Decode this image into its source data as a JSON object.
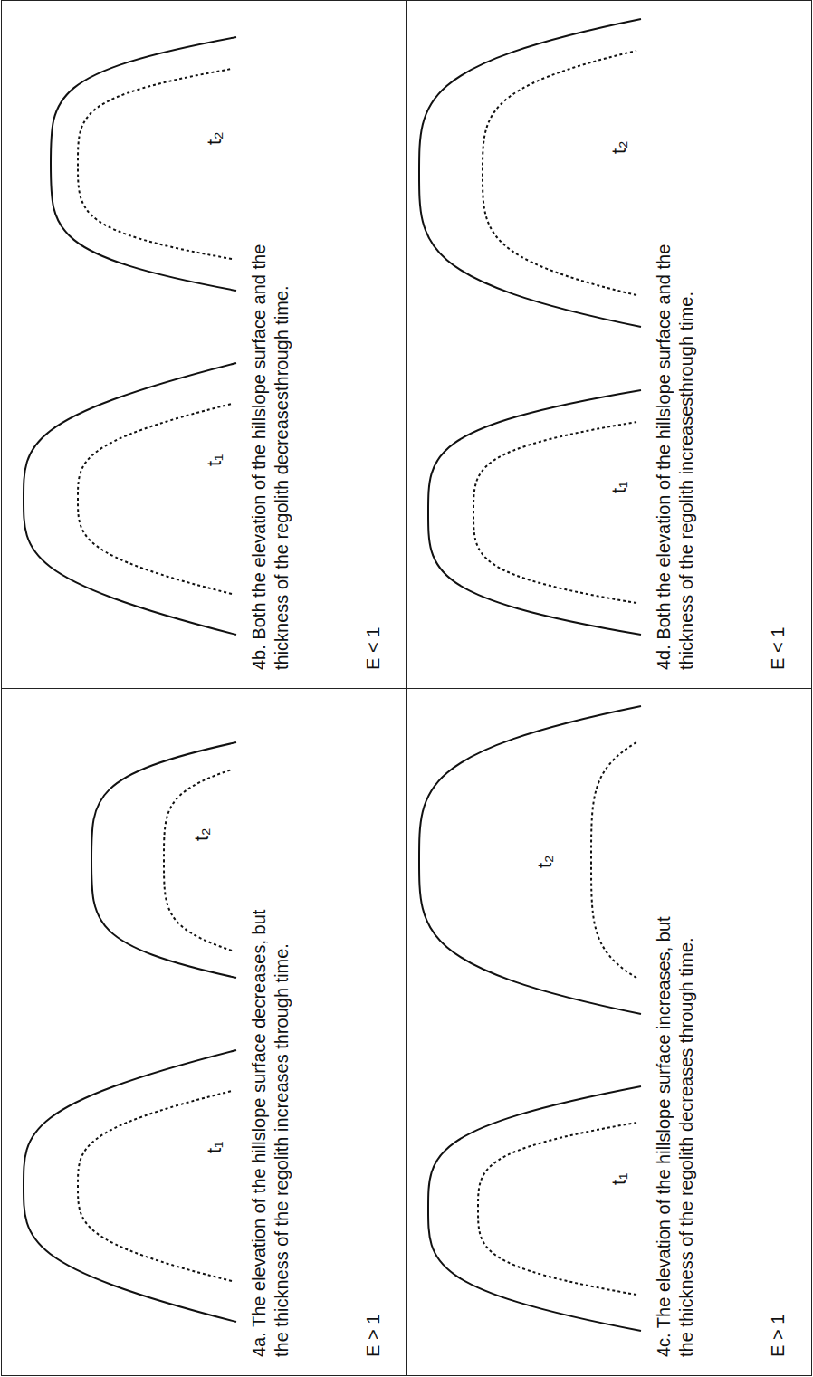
{
  "diagram": {
    "nodes": [
      {
        "text": [
          "t₁",
          "t₂",
          "4a. The elevation of the hillslope surface decreases, but the thickness of the regolith increases through time.",
          "E > 1"
        ]
      },
      {
        "text": [
          "t₁",
          "t₂",
          "4b. Both the elevation of the hillslope surface and the thickness of the regolith decreasesthrough time.",
          "E < 1"
        ]
      },
      {
        "text": [
          "t₁",
          "t₂",
          "4c. The elevation of the hillslope surface increases, but the thickness of the regolith decreases through time.",
          "E > 1"
        ]
      },
      {
        "text": [
          "t₁",
          "t₂",
          "4d. Both the elevation of the hillslope surface and the thickness of the regolith increasesthrough time.",
          "E < 1"
        ]
      }
    ]
  }
}
